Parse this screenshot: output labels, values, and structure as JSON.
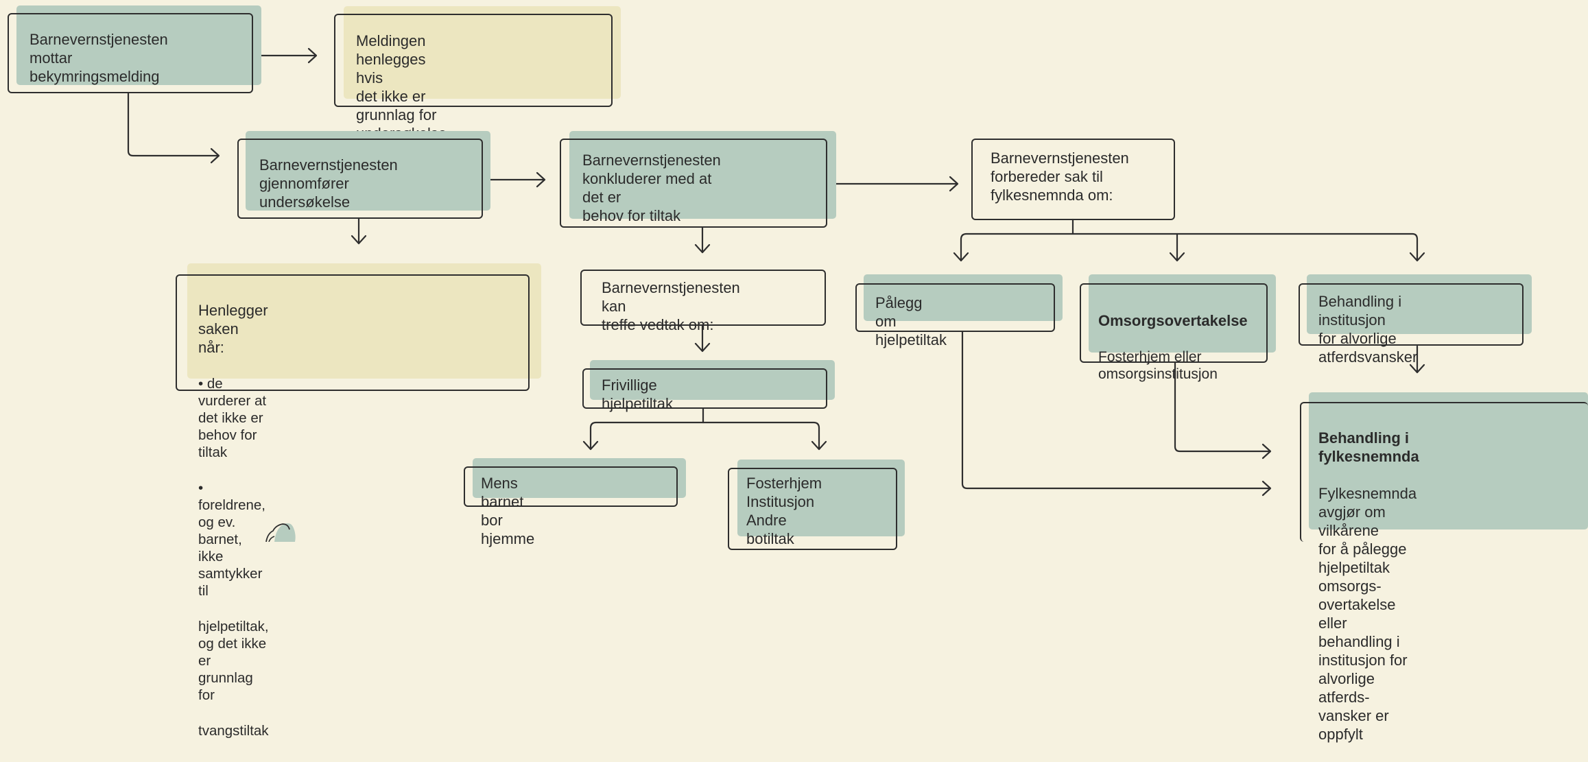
{
  "nodes": {
    "receive": {
      "text": "Barnevernstjenesten\nmottar bekymringsmelding"
    },
    "dismiss": {
      "text": "Meldingen henlegges hvis\ndet ikke er grunnlag for\nundersøkelse eller akutttiltak"
    },
    "investigate": {
      "text": "Barnevernstjenesten\ngjennomfører undersøkelse"
    },
    "closes": {
      "title": "Henlegger saken når:",
      "items": [
        "• de vurderer at det ikke er behov for tiltak",
        "• foreldrene, og ev. barnet,  ikke samtykker til",
        "hjelpetiltak, og det ikke er grunnlag for",
        "tvangstiltak"
      ]
    },
    "concludes": {
      "text": "Barnevernstjenesten\nkonkluderer med at det er\nbehov for tiltak"
    },
    "decision": {
      "text": "Barnevernstjenesten kan\ntreffe vedtak om:"
    },
    "voluntary": {
      "text": "Frivillige hjelpetiltak"
    },
    "home": {
      "text": "Mens barnet bor hjemme"
    },
    "foster": {
      "text": "Fosterhjem\nInstitusjon\nAndre botiltak"
    },
    "prepares": {
      "text": "Barnevernstjenesten\nforbereder sak til\nfylkesnemnda om:"
    },
    "order": {
      "text": "Pålegg om hjelpetiltak"
    },
    "care": {
      "title": "Omsorgsovertakelse",
      "body": "Fosterhjem eller\nomsorgsinstitusjon"
    },
    "institution": {
      "text": "Behandling i institusjon\nfor alvorlige atferdsvansker"
    },
    "board": {
      "title": "Behandling i fylkesnemnda",
      "body": "Fylkesnemnda avgjør om vilkårene\nfor å pålegge hjelpetiltak omsorgs-\novertakelse eller behandling i\ninstitusjon for alvorlige atferds-\nvansker er oppfylt"
    }
  },
  "colors": {
    "background": "#f6f2e0",
    "green_fill": "#b6ccbf",
    "yellow_fill": "#ece6c0",
    "stroke": "#2e2e2e"
  }
}
